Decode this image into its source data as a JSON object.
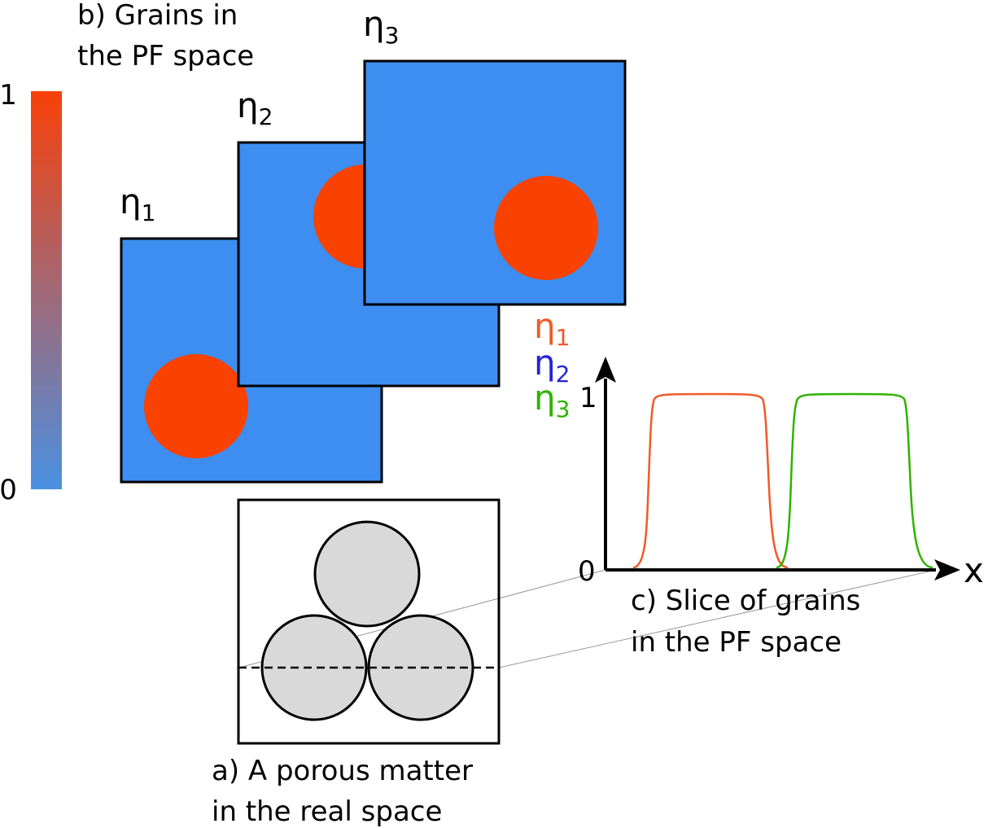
{
  "colorbar": {
    "max_label": "1",
    "min_label": "0",
    "color_high": "#f94009",
    "color_low": "#4a90e2"
  },
  "panel_b": {
    "caption_line1": "b) Grains in",
    "caption_line2": "the PF space",
    "background_color": "#3d8ef0",
    "grain_color": "#f94100",
    "grains": [
      {
        "symbol": "η",
        "subscript": "1"
      },
      {
        "symbol": "η",
        "subscript": "2"
      },
      {
        "symbol": "η",
        "subscript": "3"
      }
    ]
  },
  "panel_a": {
    "caption_line1": "a) A porous matter",
    "caption_line2": "in the real space",
    "particle_color": "#d9d9d9"
  },
  "panel_c": {
    "caption_line1": "c) Slice of grains",
    "caption_line2": "in the PF space",
    "y_tick_top": "1",
    "y_tick_origin": "0",
    "x_axis_label": "x",
    "legend": [
      {
        "symbol": "η",
        "subscript": "1",
        "color": "#f05a28"
      },
      {
        "symbol": "η",
        "subscript": "2",
        "color": "#2222dd"
      },
      {
        "symbol": "η",
        "subscript": "3",
        "color": "#2db300"
      }
    ],
    "curve_colors": {
      "eta1": "#f05a28",
      "eta3": "#2db300"
    }
  }
}
